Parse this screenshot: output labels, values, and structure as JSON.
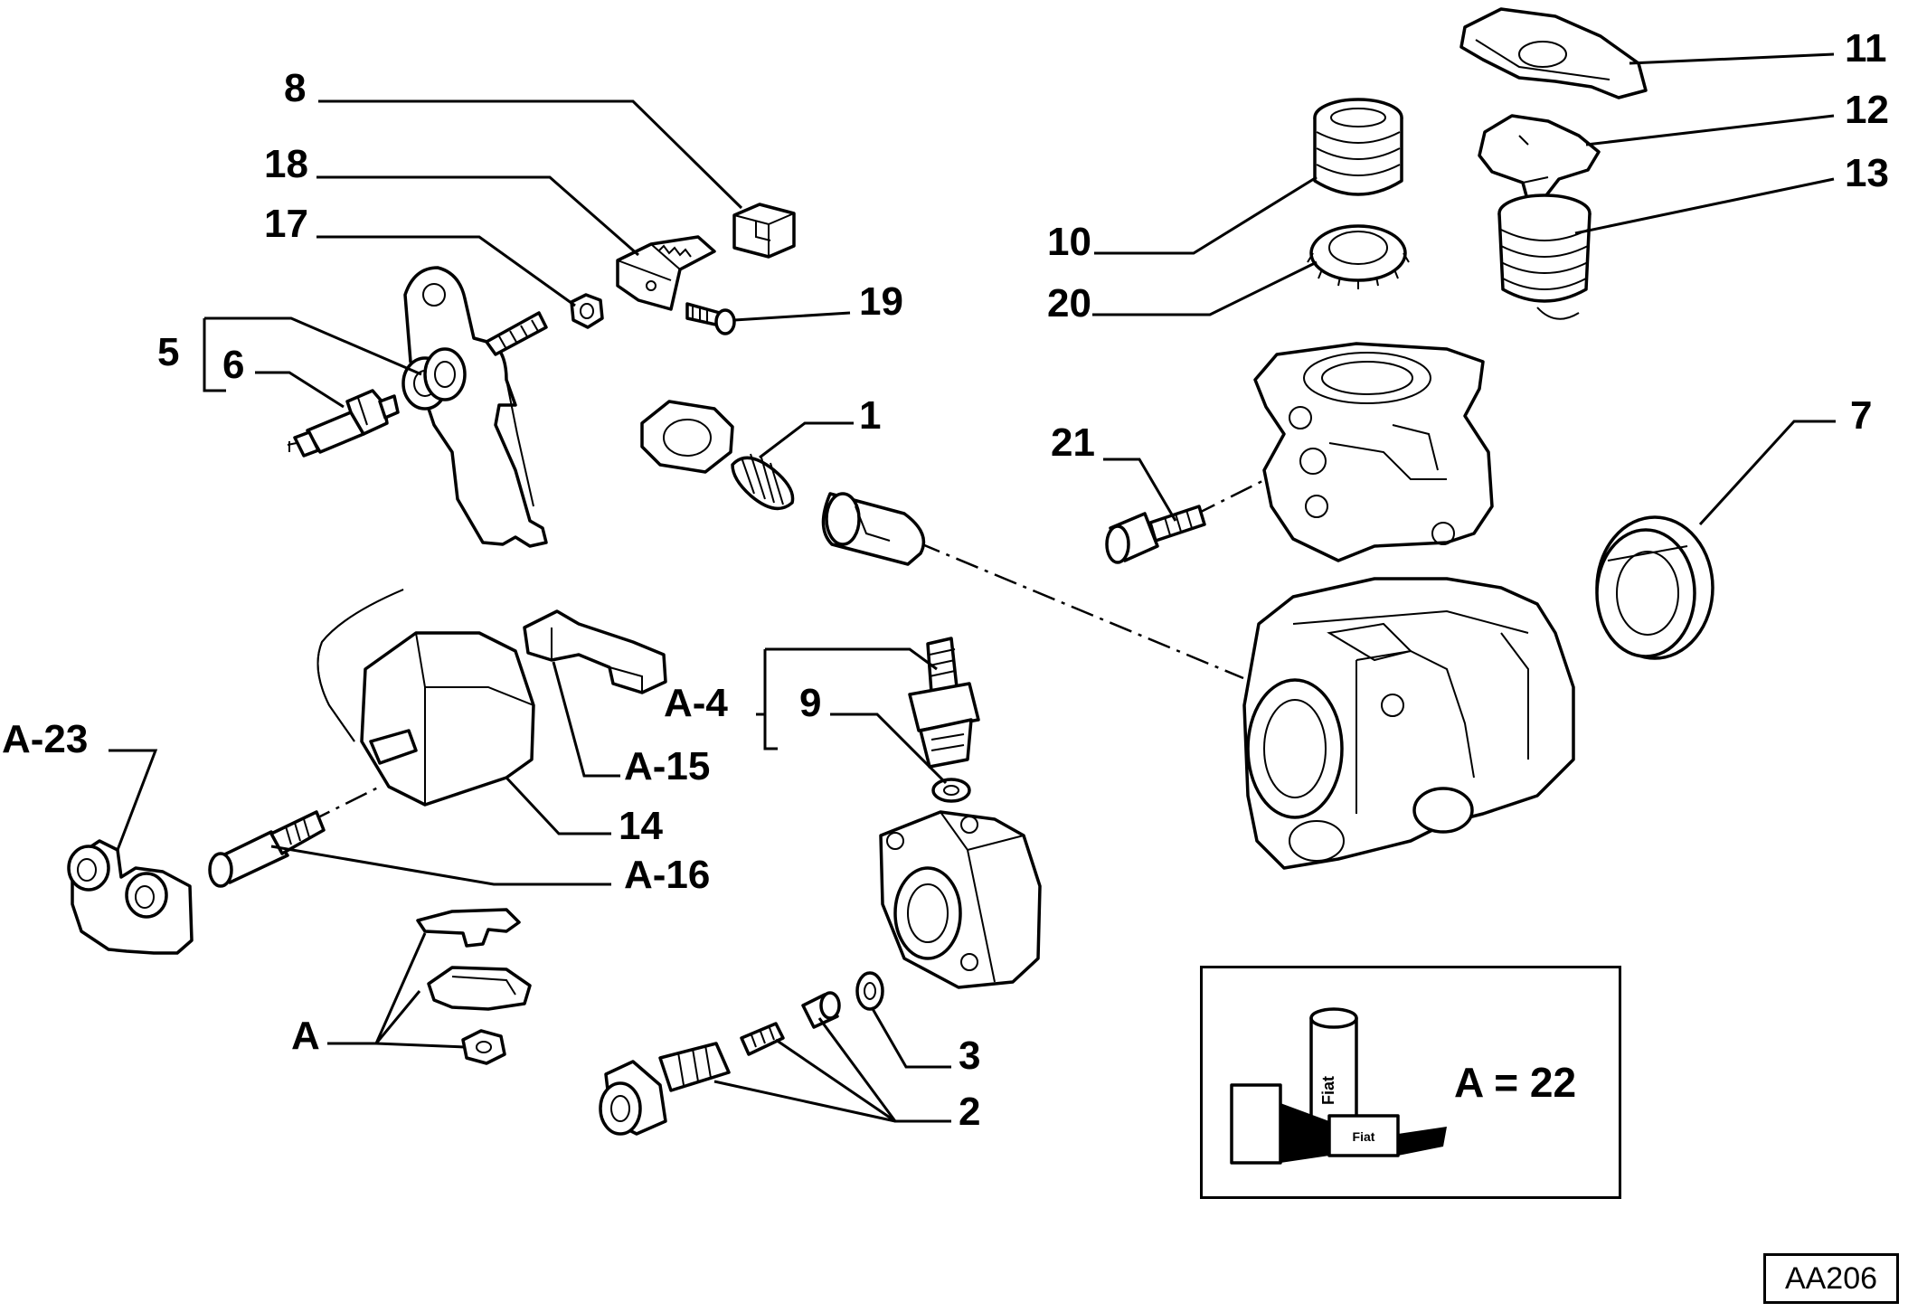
{
  "callouts": {
    "c8": "8",
    "c18": "18",
    "c17": "17",
    "c5": "5",
    "c6": "6",
    "c19": "19",
    "c1": "1",
    "c10": "10",
    "c20": "20",
    "c11": "11",
    "c12": "12",
    "c13": "13",
    "c21": "21",
    "c7": "7",
    "cA4": "A-4",
    "c9": "9",
    "cA15": "A-15",
    "cA23": "A-23",
    "c14": "14",
    "cA16": "A-16",
    "cA": "A",
    "c3": "3",
    "c2": "2"
  },
  "kit": {
    "label": "A = 22",
    "tube_text": "Fiat",
    "box_text": "Fiat"
  },
  "reference_code": "AA206"
}
